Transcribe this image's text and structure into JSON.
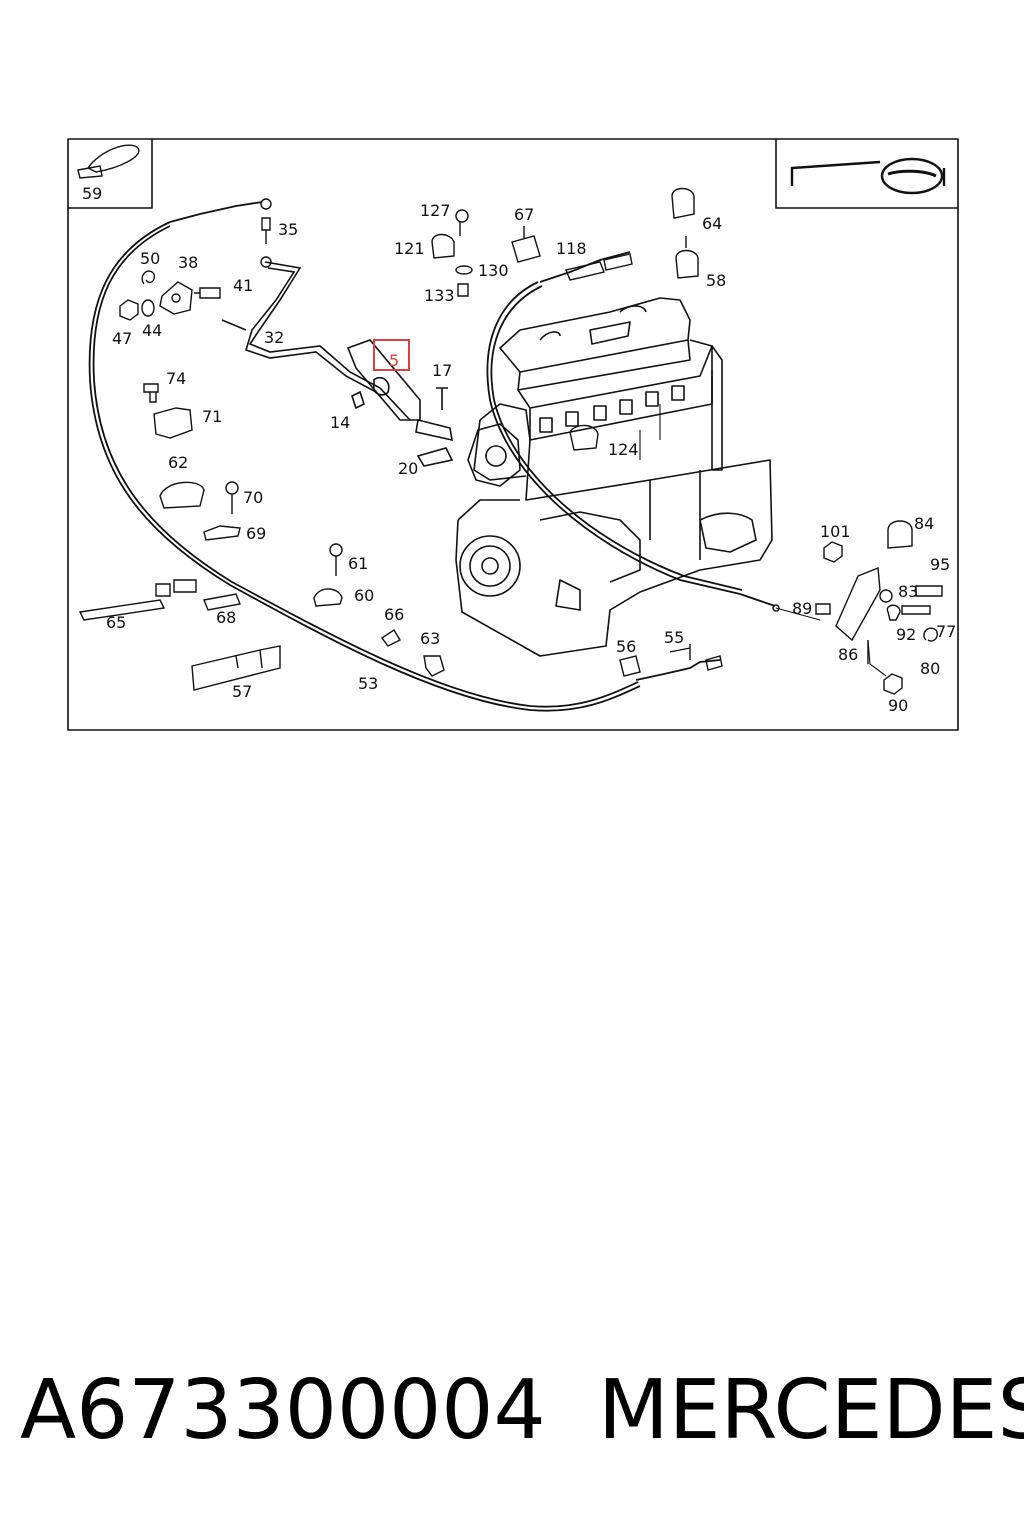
{
  "diagram": {
    "callouts": {
      "c59": "59",
      "c127": "127",
      "c67": "67",
      "c64": "64",
      "c35": "35",
      "c121": "121",
      "c118": "118",
      "c130": "130",
      "c133": "133",
      "c58": "58",
      "c50": "50",
      "c38": "38",
      "c41": "41",
      "c47": "47",
      "c44": "44",
      "c32": "32",
      "c5": "5",
      "c17": "17",
      "c74": "74",
      "c71": "71",
      "c14": "14",
      "c124": "124",
      "c20": "20",
      "c62": "62",
      "c70": "70",
      "c69": "69",
      "c101": "101",
      "c84": "84",
      "c95": "95",
      "c61": "61",
      "c83": "83",
      "c89": "89",
      "c60": "60",
      "c66": "66",
      "c77": "77",
      "c65": "65",
      "c68": "68",
      "c92": "92",
      "c63": "63",
      "c56": "56",
      "c55": "55",
      "c86": "86",
      "c80": "80",
      "c57": "57",
      "c53": "53",
      "c90": "90"
    },
    "highlighted_callout": "5",
    "highlight_color": "#d94040",
    "line_color": "#111111"
  },
  "caption": {
    "part_number": "A673300004",
    "manufacturer": "MERCEDES"
  }
}
